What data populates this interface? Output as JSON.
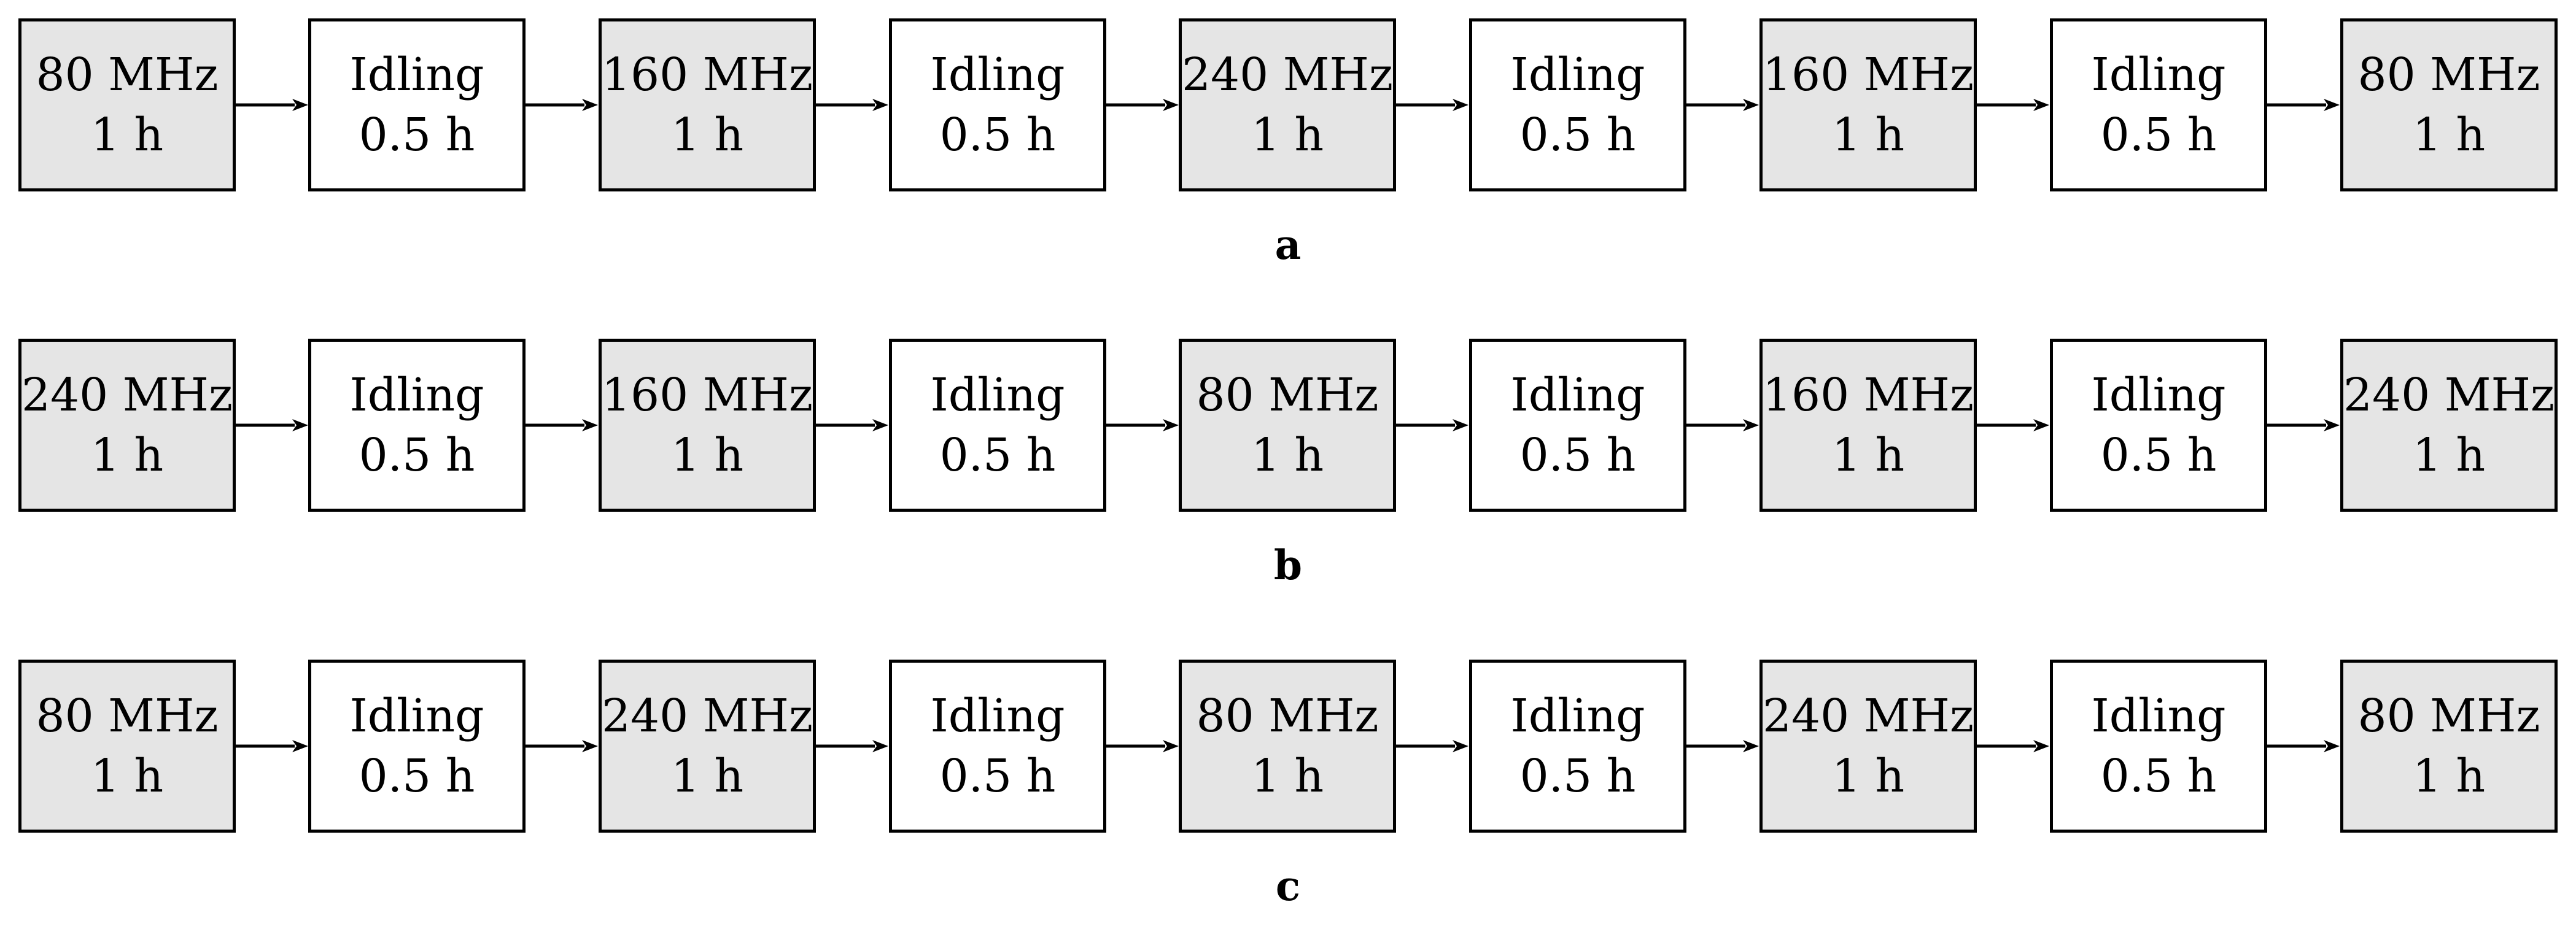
{
  "colors": {
    "active_fill": "#e5e5e5",
    "idle_fill": "#ffffff",
    "stroke": "#000000"
  },
  "panels": [
    {
      "label": "a",
      "steps": [
        {
          "line1": "80 MHz",
          "line2": "1 h",
          "kind": "active"
        },
        {
          "line1": "Idling",
          "line2": "0.5 h",
          "kind": "idle"
        },
        {
          "line1": "160 MHz",
          "line2": "1 h",
          "kind": "active"
        },
        {
          "line1": "Idling",
          "line2": "0.5 h",
          "kind": "idle"
        },
        {
          "line1": "240 MHz",
          "line2": "1 h",
          "kind": "active"
        },
        {
          "line1": "Idling",
          "line2": "0.5 h",
          "kind": "idle"
        },
        {
          "line1": "160 MHz",
          "line2": "1 h",
          "kind": "active"
        },
        {
          "line1": "Idling",
          "line2": "0.5 h",
          "kind": "idle"
        },
        {
          "line1": "80 MHz",
          "line2": "1 h",
          "kind": "active"
        }
      ]
    },
    {
      "label": "b",
      "steps": [
        {
          "line1": "240 MHz",
          "line2": "1 h",
          "kind": "active"
        },
        {
          "line1": "Idling",
          "line2": "0.5 h",
          "kind": "idle"
        },
        {
          "line1": "160 MHz",
          "line2": "1 h",
          "kind": "active"
        },
        {
          "line1": "Idling",
          "line2": "0.5 h",
          "kind": "idle"
        },
        {
          "line1": "80 MHz",
          "line2": "1 h",
          "kind": "active"
        },
        {
          "line1": "Idling",
          "line2": "0.5 h",
          "kind": "idle"
        },
        {
          "line1": "160 MHz",
          "line2": "1 h",
          "kind": "active"
        },
        {
          "line1": "Idling",
          "line2": "0.5 h",
          "kind": "idle"
        },
        {
          "line1": "240 MHz",
          "line2": "1 h",
          "kind": "active"
        }
      ]
    },
    {
      "label": "c",
      "steps": [
        {
          "line1": "80 MHz",
          "line2": "1 h",
          "kind": "active"
        },
        {
          "line1": "Idling",
          "line2": "0.5 h",
          "kind": "idle"
        },
        {
          "line1": "240 MHz",
          "line2": "1 h",
          "kind": "active"
        },
        {
          "line1": "Idling",
          "line2": "0.5 h",
          "kind": "idle"
        },
        {
          "line1": "80 MHz",
          "line2": "1 h",
          "kind": "active"
        },
        {
          "line1": "Idling",
          "line2": "0.5 h",
          "kind": "idle"
        },
        {
          "line1": "240 MHz",
          "line2": "1 h",
          "kind": "active"
        },
        {
          "line1": "Idling",
          "line2": "0.5 h",
          "kind": "idle"
        },
        {
          "line1": "80 MHz",
          "line2": "1 h",
          "kind": "active"
        }
      ]
    }
  ]
}
